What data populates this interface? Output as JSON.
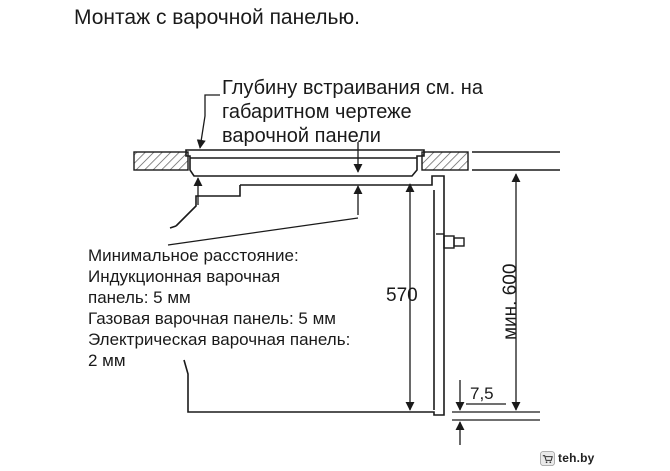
{
  "title": "Монтаж с варочной панелью.",
  "depth_note": {
    "lines": [
      "Глубину встраивания см. на",
      "габаритном чертеже",
      "варочной панели"
    ]
  },
  "min_distance": {
    "lines": [
      "Минимальное расстояние:",
      "Индукционная варочная",
      "панель: 5 мм",
      "Газовая варочная панель: 5 мм",
      "Электрическая варочная панель:",
      "2 мм"
    ]
  },
  "dimensions": {
    "height_570": "570",
    "min_600": "мин. 600",
    "gap_75": "7,5"
  },
  "watermark": {
    "text": "teh.by",
    "icon": "shopping-cart-icon"
  },
  "colors": {
    "line": "#1a1a1a",
    "hatch": "#555555",
    "watermark_fill": "#f2f2f2"
  }
}
